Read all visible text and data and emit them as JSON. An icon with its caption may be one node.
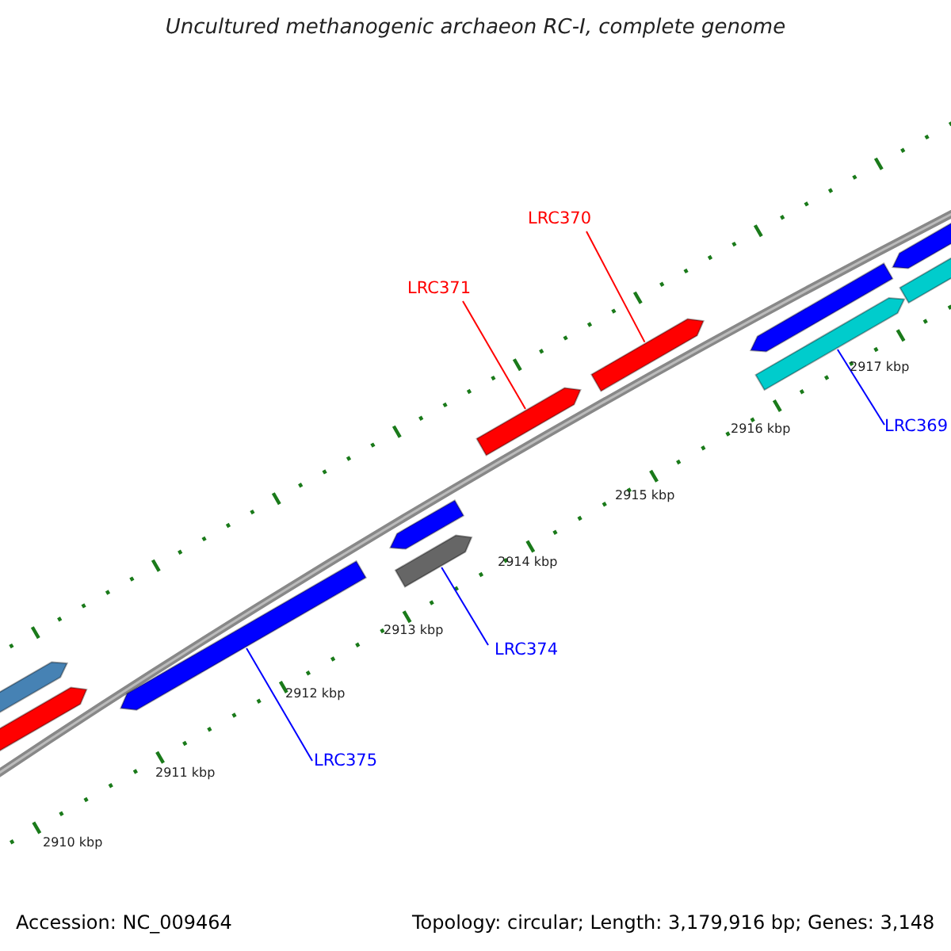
{
  "diagram": {
    "title": "Uncultured methanogenic archaeon RC-I, complete genome",
    "nodes": [
      {
        "text": [
          "LRC370"
        ]
      },
      {
        "text": [
          "LRC371"
        ]
      },
      {
        "text": [
          "LRC369"
        ]
      },
      {
        "text": [
          "LRC374"
        ]
      },
      {
        "text": [
          "LRC375"
        ]
      },
      {
        "text": [],
        "shape": "bar"
      },
      {
        "text": [],
        "shape": "bar"
      },
      {
        "text": [],
        "shape": "bar"
      },
      {
        "text": [],
        "shape": "bar"
      },
      {
        "text": [],
        "shape": "bar"
      },
      {
        "text": [],
        "shape": "bar"
      },
      {
        "text": [],
        "shape": "bar"
      },
      {
        "text": [],
        "shape": "bar"
      },
      {
        "text": [],
        "shape": "bar"
      },
      {
        "text": [],
        "shape": "bar"
      },
      {
        "text": [],
        "shape": "bar"
      }
    ],
    "edges": [
      {
        "from": 0,
        "to": 11,
        "arrow": "none",
        "color": "#ff0000"
      },
      {
        "from": 1,
        "to": 10,
        "arrow": "none",
        "color": "#ff0000"
      },
      {
        "from": 2,
        "to": 13,
        "arrow": "none"
      },
      {
        "from": 3,
        "to": 9,
        "arrow": "none"
      },
      {
        "from": 4,
        "to": 7,
        "arrow": "none"
      }
    ],
    "labels": [
      "2910 kbp",
      "2911 kbp",
      "2912 kbp",
      "2913 kbp",
      "2914 kbp",
      "2915 kbp",
      "2916 kbp",
      "2917 kbp",
      "Accession: NC_009464",
      "Topology: circular; Length: 3,179,916 bp; Genes: 3,148"
    ]
  }
}
